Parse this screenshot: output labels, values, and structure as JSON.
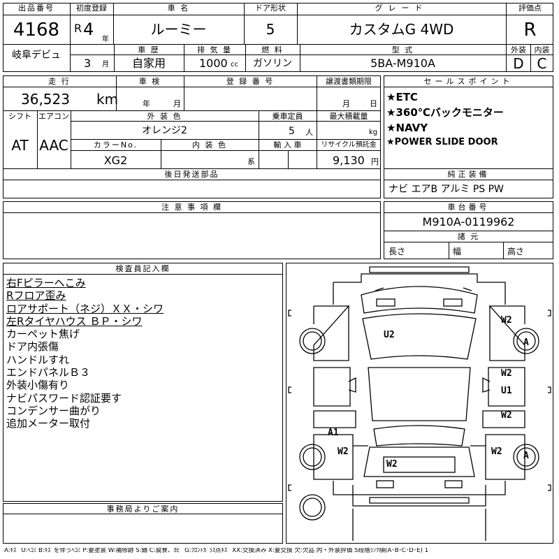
{
  "header": {
    "lot_no_label": "出品番号",
    "lot_no": "4168",
    "venue": "岐阜デビュ",
    "first_reg_label": "初度登録",
    "era": "R",
    "year": "4",
    "year_unit": "年",
    "month": "3",
    "month_unit": "月",
    "car_name_label": "車 名",
    "car_name": "ルーミー",
    "doors_label": "ドア形状",
    "doors": "5",
    "grade_label": "グレード",
    "grade": "カスタムG 4WD",
    "score_label": "評価点",
    "score": "R",
    "history_label": "車 歴",
    "history": "自家用",
    "displacement_label": "排 気 量",
    "displacement": "1000",
    "displacement_unit": "cc",
    "fuel_label": "燃 料",
    "fuel": "ガソリン",
    "model_label": "型 式",
    "model": "5BA-M910A",
    "exterior_label": "外装",
    "interior_label": "内装",
    "exterior_grade": "D",
    "interior_grade": "C"
  },
  "details": {
    "mileage_label": "走 行",
    "mileage": "36,523",
    "mileage_unit": "km",
    "inspection_label": "車 検",
    "insp_year_unit": "年",
    "insp_month_unit": "月",
    "reg_no_label": "登 録 番 号",
    "transfer_label": "譲渡書類期限",
    "transfer_month_unit": "月",
    "transfer_day_unit": "日",
    "shift_label": "シフト",
    "shift": "AT",
    "ac_label": "エアコン",
    "ac": "AAC",
    "ext_color_label": "外 装 色",
    "ext_color": "オレンジ2",
    "seats_label": "乗車定員",
    "seats": "5",
    "seats_unit": "人",
    "max_load_label": "最大積載量",
    "max_load_unit": "kg",
    "color_no_label": "カラーNo.",
    "color_no": "XG2",
    "int_color_label": "内 装 色",
    "int_color_unit": "系",
    "import_label": "輸 入 車",
    "recycle_label": "リサイクル預託金",
    "recycle": "9,130",
    "recycle_unit": "円",
    "parts_label": "後日発送部品"
  },
  "sales_points": {
    "label": "セールスポイント",
    "items": [
      "★ETC",
      "★360℃バックモニター",
      "★NAVY",
      "★POWER SLIDE DOOR"
    ]
  },
  "equipment": {
    "label": "純正装備",
    "value": "ナビ エアB アルミ PS PW"
  },
  "notes": {
    "label": "注 意 事 項 欄"
  },
  "chassis": {
    "label": "車台番号",
    "value": "M910A-0119962",
    "dims_label": "諸 元",
    "length_label": "長さ",
    "width_label": "幅",
    "height_label": "高さ"
  },
  "inspector": {
    "label": "検査員記入欄",
    "lines": [
      {
        "text": "右Fピラーへこみ",
        "underline": true
      },
      {
        "text": "Rフロア歪み",
        "underline": true
      },
      {
        "text": "ロアサポート（ネジ）ＸＸ・シワ",
        "underline": true
      },
      {
        "text": "左Rタイヤハウス ＢＰ・シワ",
        "underline": true
      },
      {
        "text": "カーペット焦げ",
        "underline": false
      },
      {
        "text": "ドア内張傷",
        "underline": false
      },
      {
        "text": "ハンドルすれ",
        "underline": false
      },
      {
        "text": "エンドパネルＢ３",
        "underline": false
      },
      {
        "text": "外装小傷有り",
        "underline": false
      },
      {
        "text": "ナビパスワード認証要す",
        "underline": false
      },
      {
        "text": "コンデンサー曲がり",
        "underline": false
      },
      {
        "text": "追加メーター取付",
        "underline": false
      }
    ]
  },
  "diagram": {
    "marks": {
      "u2": "U2",
      "w2_fr": "W2",
      "a_fr": "A",
      "w2_r_mid": "W2",
      "u1": "U1",
      "w2_r_low": "W2",
      "a1": "A1",
      "w2_l_rear": "W2",
      "w2_r_rear": "W2",
      "a_rr": "A",
      "w2_rear": "W2"
    }
  },
  "office": {
    "label": "事務局よりご案内"
  },
  "legend": "A:ｷｽﾞ U:ﾍｺﾐ B:ｷｽﾞを伴うﾍｺﾐ P:要塗装 W:補修跡 S:錆 C:腐食、ｶﾋﾞ G:ﾌﾛﾝﾄｶﾞﾗｽ点ｷｽﾞ XX:交換済み X:要交換 欠:欠品 内・外装評価 5段階ﾗﾝｸ順(A･B･C･D･E) 1"
}
